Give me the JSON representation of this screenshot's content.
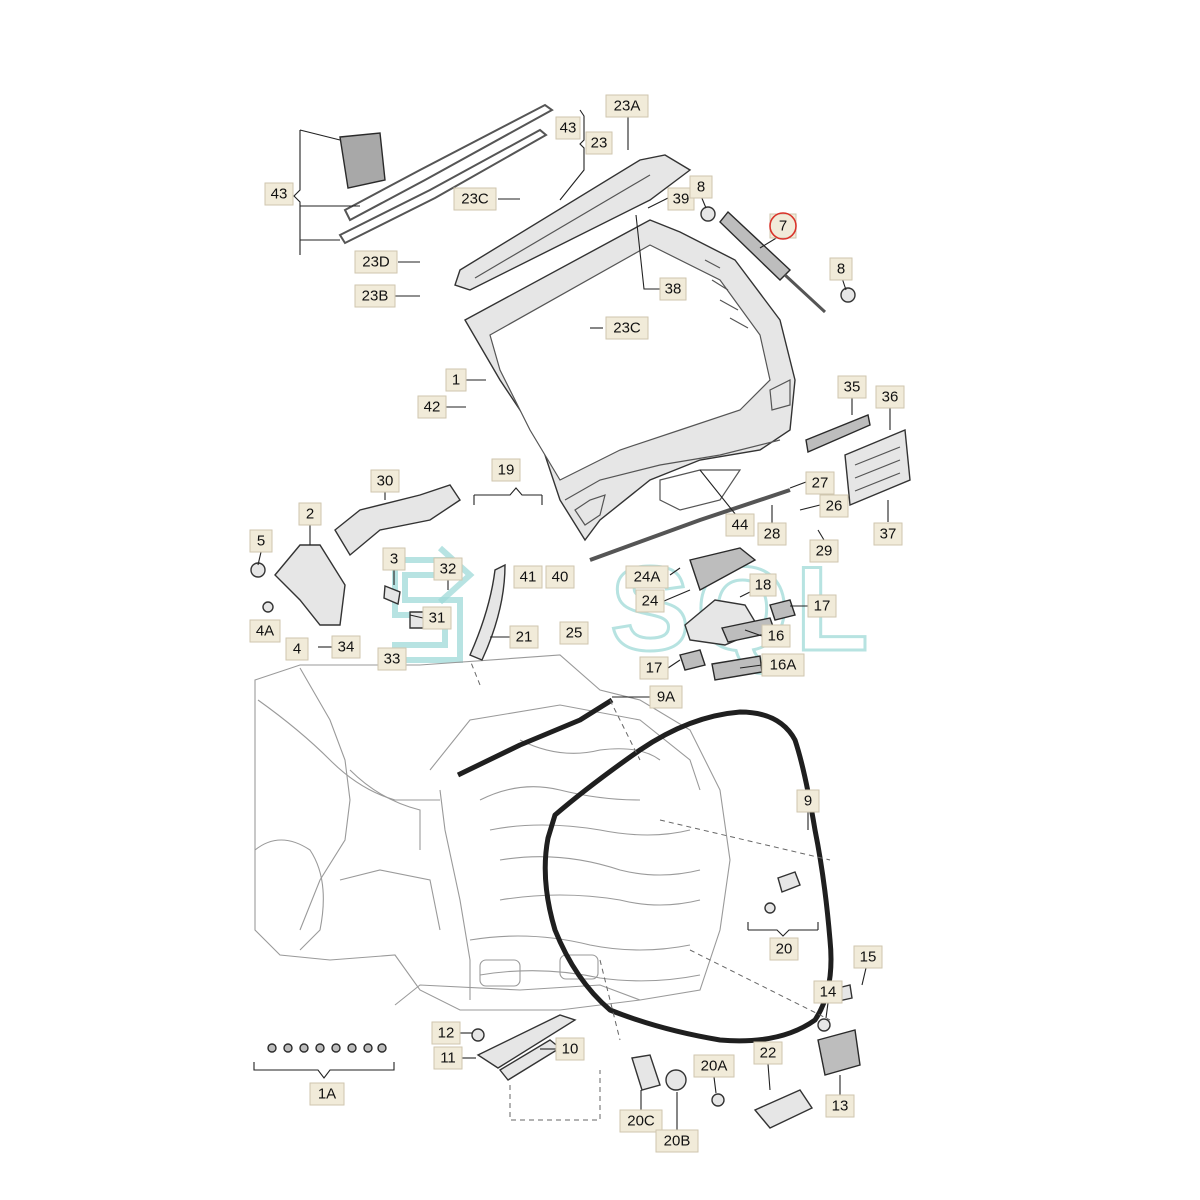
{
  "watermark": {
    "text": "SQL",
    "color": "#9fdad8"
  },
  "callouts": [
    {
      "id": "43-top",
      "text": "43"
    },
    {
      "id": "23",
      "text": "23"
    },
    {
      "id": "23A",
      "text": "23A"
    },
    {
      "id": "43-left",
      "text": "43"
    },
    {
      "id": "23C-top",
      "text": "23C"
    },
    {
      "id": "39",
      "text": "39"
    },
    {
      "id": "8-top",
      "text": "8"
    },
    {
      "id": "7",
      "text": "7"
    },
    {
      "id": "23D",
      "text": "23D"
    },
    {
      "id": "8-right",
      "text": "8"
    },
    {
      "id": "23B",
      "text": "23B"
    },
    {
      "id": "38",
      "text": "38"
    },
    {
      "id": "23C-mid",
      "text": "23C"
    },
    {
      "id": "1",
      "text": "1"
    },
    {
      "id": "35",
      "text": "35"
    },
    {
      "id": "36",
      "text": "36"
    },
    {
      "id": "42",
      "text": "42"
    },
    {
      "id": "19",
      "text": "19"
    },
    {
      "id": "30",
      "text": "30"
    },
    {
      "id": "27",
      "text": "27"
    },
    {
      "id": "2",
      "text": "2"
    },
    {
      "id": "26",
      "text": "26"
    },
    {
      "id": "44",
      "text": "44"
    },
    {
      "id": "28",
      "text": "28"
    },
    {
      "id": "37",
      "text": "37"
    },
    {
      "id": "5",
      "text": "5"
    },
    {
      "id": "29",
      "text": "29"
    },
    {
      "id": "3",
      "text": "3"
    },
    {
      "id": "32",
      "text": "32"
    },
    {
      "id": "41",
      "text": "41"
    },
    {
      "id": "40",
      "text": "40"
    },
    {
      "id": "24A",
      "text": "24A"
    },
    {
      "id": "18",
      "text": "18"
    },
    {
      "id": "24",
      "text": "24"
    },
    {
      "id": "17-right",
      "text": "17"
    },
    {
      "id": "4A",
      "text": "4A"
    },
    {
      "id": "31",
      "text": "31"
    },
    {
      "id": "25",
      "text": "25"
    },
    {
      "id": "21",
      "text": "21"
    },
    {
      "id": "16",
      "text": "16"
    },
    {
      "id": "4",
      "text": "4"
    },
    {
      "id": "34",
      "text": "34"
    },
    {
      "id": "33",
      "text": "33"
    },
    {
      "id": "17-left",
      "text": "17"
    },
    {
      "id": "16A",
      "text": "16A"
    },
    {
      "id": "9A",
      "text": "9A"
    },
    {
      "id": "9",
      "text": "9"
    },
    {
      "id": "20",
      "text": "20"
    },
    {
      "id": "15",
      "text": "15"
    },
    {
      "id": "14",
      "text": "14"
    },
    {
      "id": "12",
      "text": "12"
    },
    {
      "id": "10",
      "text": "10"
    },
    {
      "id": "11",
      "text": "11"
    },
    {
      "id": "22",
      "text": "22"
    },
    {
      "id": "20A",
      "text": "20A"
    },
    {
      "id": "13",
      "text": "13"
    },
    {
      "id": "20C",
      "text": "20C"
    },
    {
      "id": "20B",
      "text": "20B"
    },
    {
      "id": "1A",
      "text": "1A"
    }
  ]
}
